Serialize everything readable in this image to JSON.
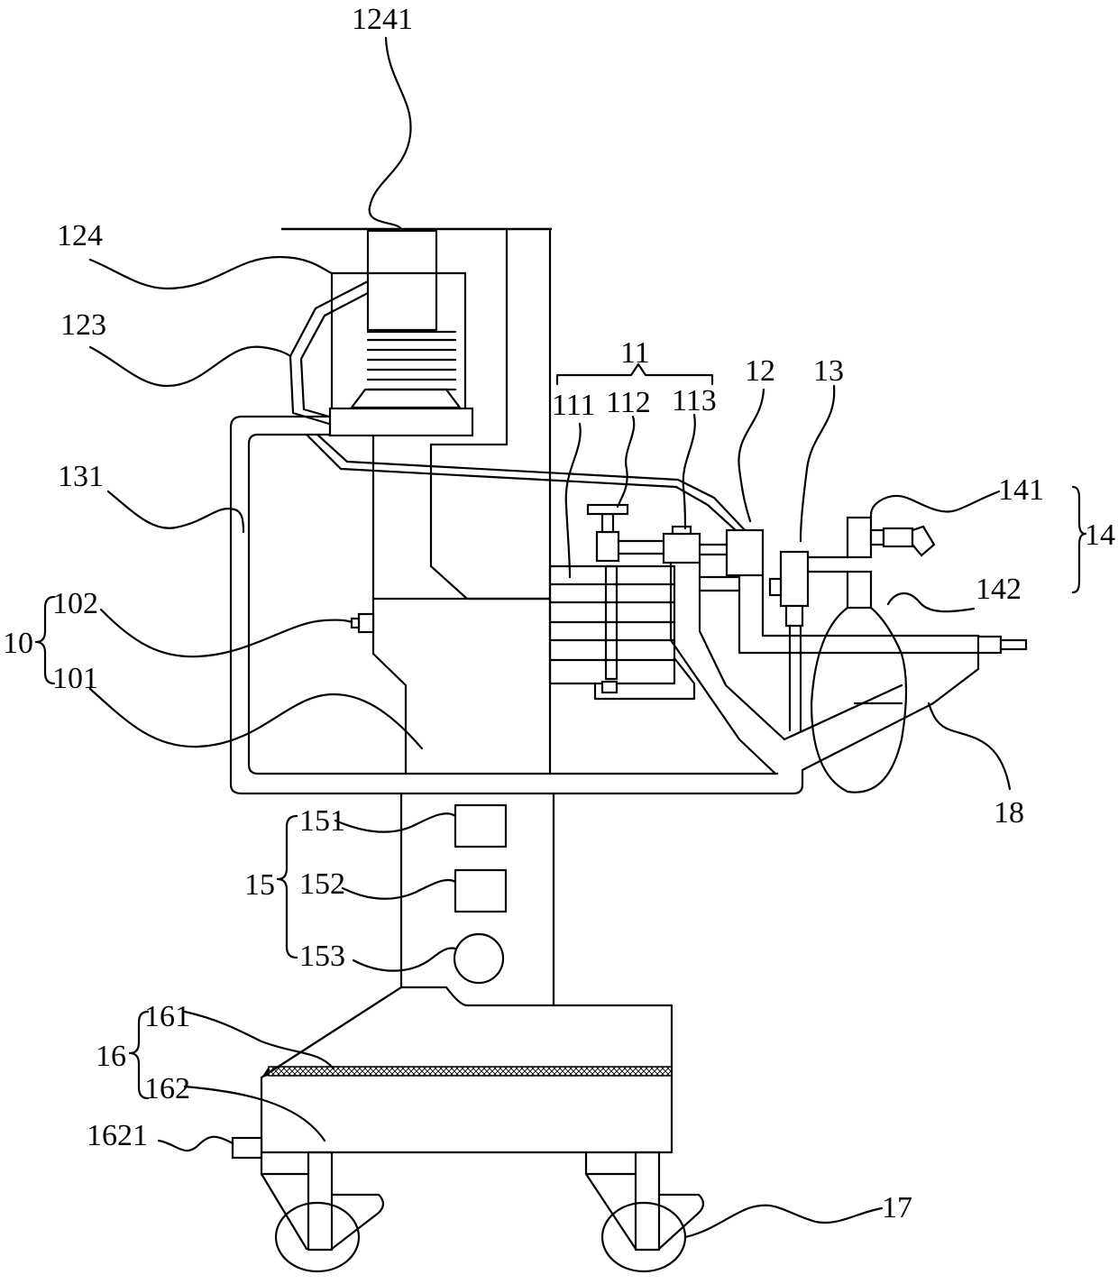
{
  "figure": {
    "labels": {
      "l1241": "1241",
      "l124": "124",
      "l123": "123",
      "l11": "11",
      "l111": "111",
      "l112": "112",
      "l113": "113",
      "l12": "12",
      "l13": "13",
      "l131": "131",
      "l141": "141",
      "l14": "14",
      "l142": "142",
      "l10": "10",
      "l102": "102",
      "l101": "101",
      "l18": "18",
      "l151": "151",
      "l152": "152",
      "l15": "15",
      "l153": "153",
      "l161": "161",
      "l16": "16",
      "l162": "162",
      "l1621": "1621",
      "l17": "17"
    },
    "colors": {
      "line": "#000000",
      "background": "#ffffff"
    }
  }
}
